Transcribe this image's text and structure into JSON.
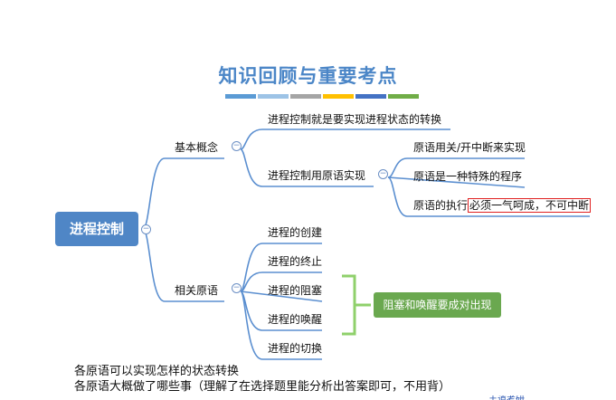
{
  "title": "知识回顾与重要考点",
  "colors": {
    "title": "#4b86c7",
    "root": "#4f86c6",
    "line": "#5b8fd0",
    "bracket": "#8fd06b",
    "summary": "#6aa84f",
    "highlight": "#e02020",
    "bar": [
      "#5b9bd5",
      "#9dc3e6",
      "#a5a5a5",
      "#ffc000",
      "#4472c4",
      "#70ad47"
    ]
  },
  "root": {
    "label": "进程控制"
  },
  "branch1": {
    "label": "基本概念",
    "children": [
      {
        "label": "进程控制就是要实现进程状态的转换"
      },
      {
        "label": "进程控制用原语实现"
      }
    ],
    "sub": [
      {
        "label": "原语用关/开中断来实现"
      },
      {
        "label": "原语是一种特殊的程序"
      },
      {
        "label_prefix": "原语的执行",
        "label_highlight": "必须一气呵成，不可中断"
      }
    ]
  },
  "branch2": {
    "label": "相关原语",
    "children": [
      {
        "label": "进程的创建"
      },
      {
        "label": "进程的终止"
      },
      {
        "label": "进程的阻塞"
      },
      {
        "label": "进程的唤醒"
      },
      {
        "label": "进程的切换"
      }
    ]
  },
  "summary": {
    "label": "阻塞和唤醒要成对出现"
  },
  "collapse_symbol": "−",
  "notes": [
    "各原语可以实现怎样的状态转换",
    "各原语大概做了哪些事（理解了在选择题里能分析出答案即可，不用背）"
  ],
  "clipped_text": "王道考研"
}
